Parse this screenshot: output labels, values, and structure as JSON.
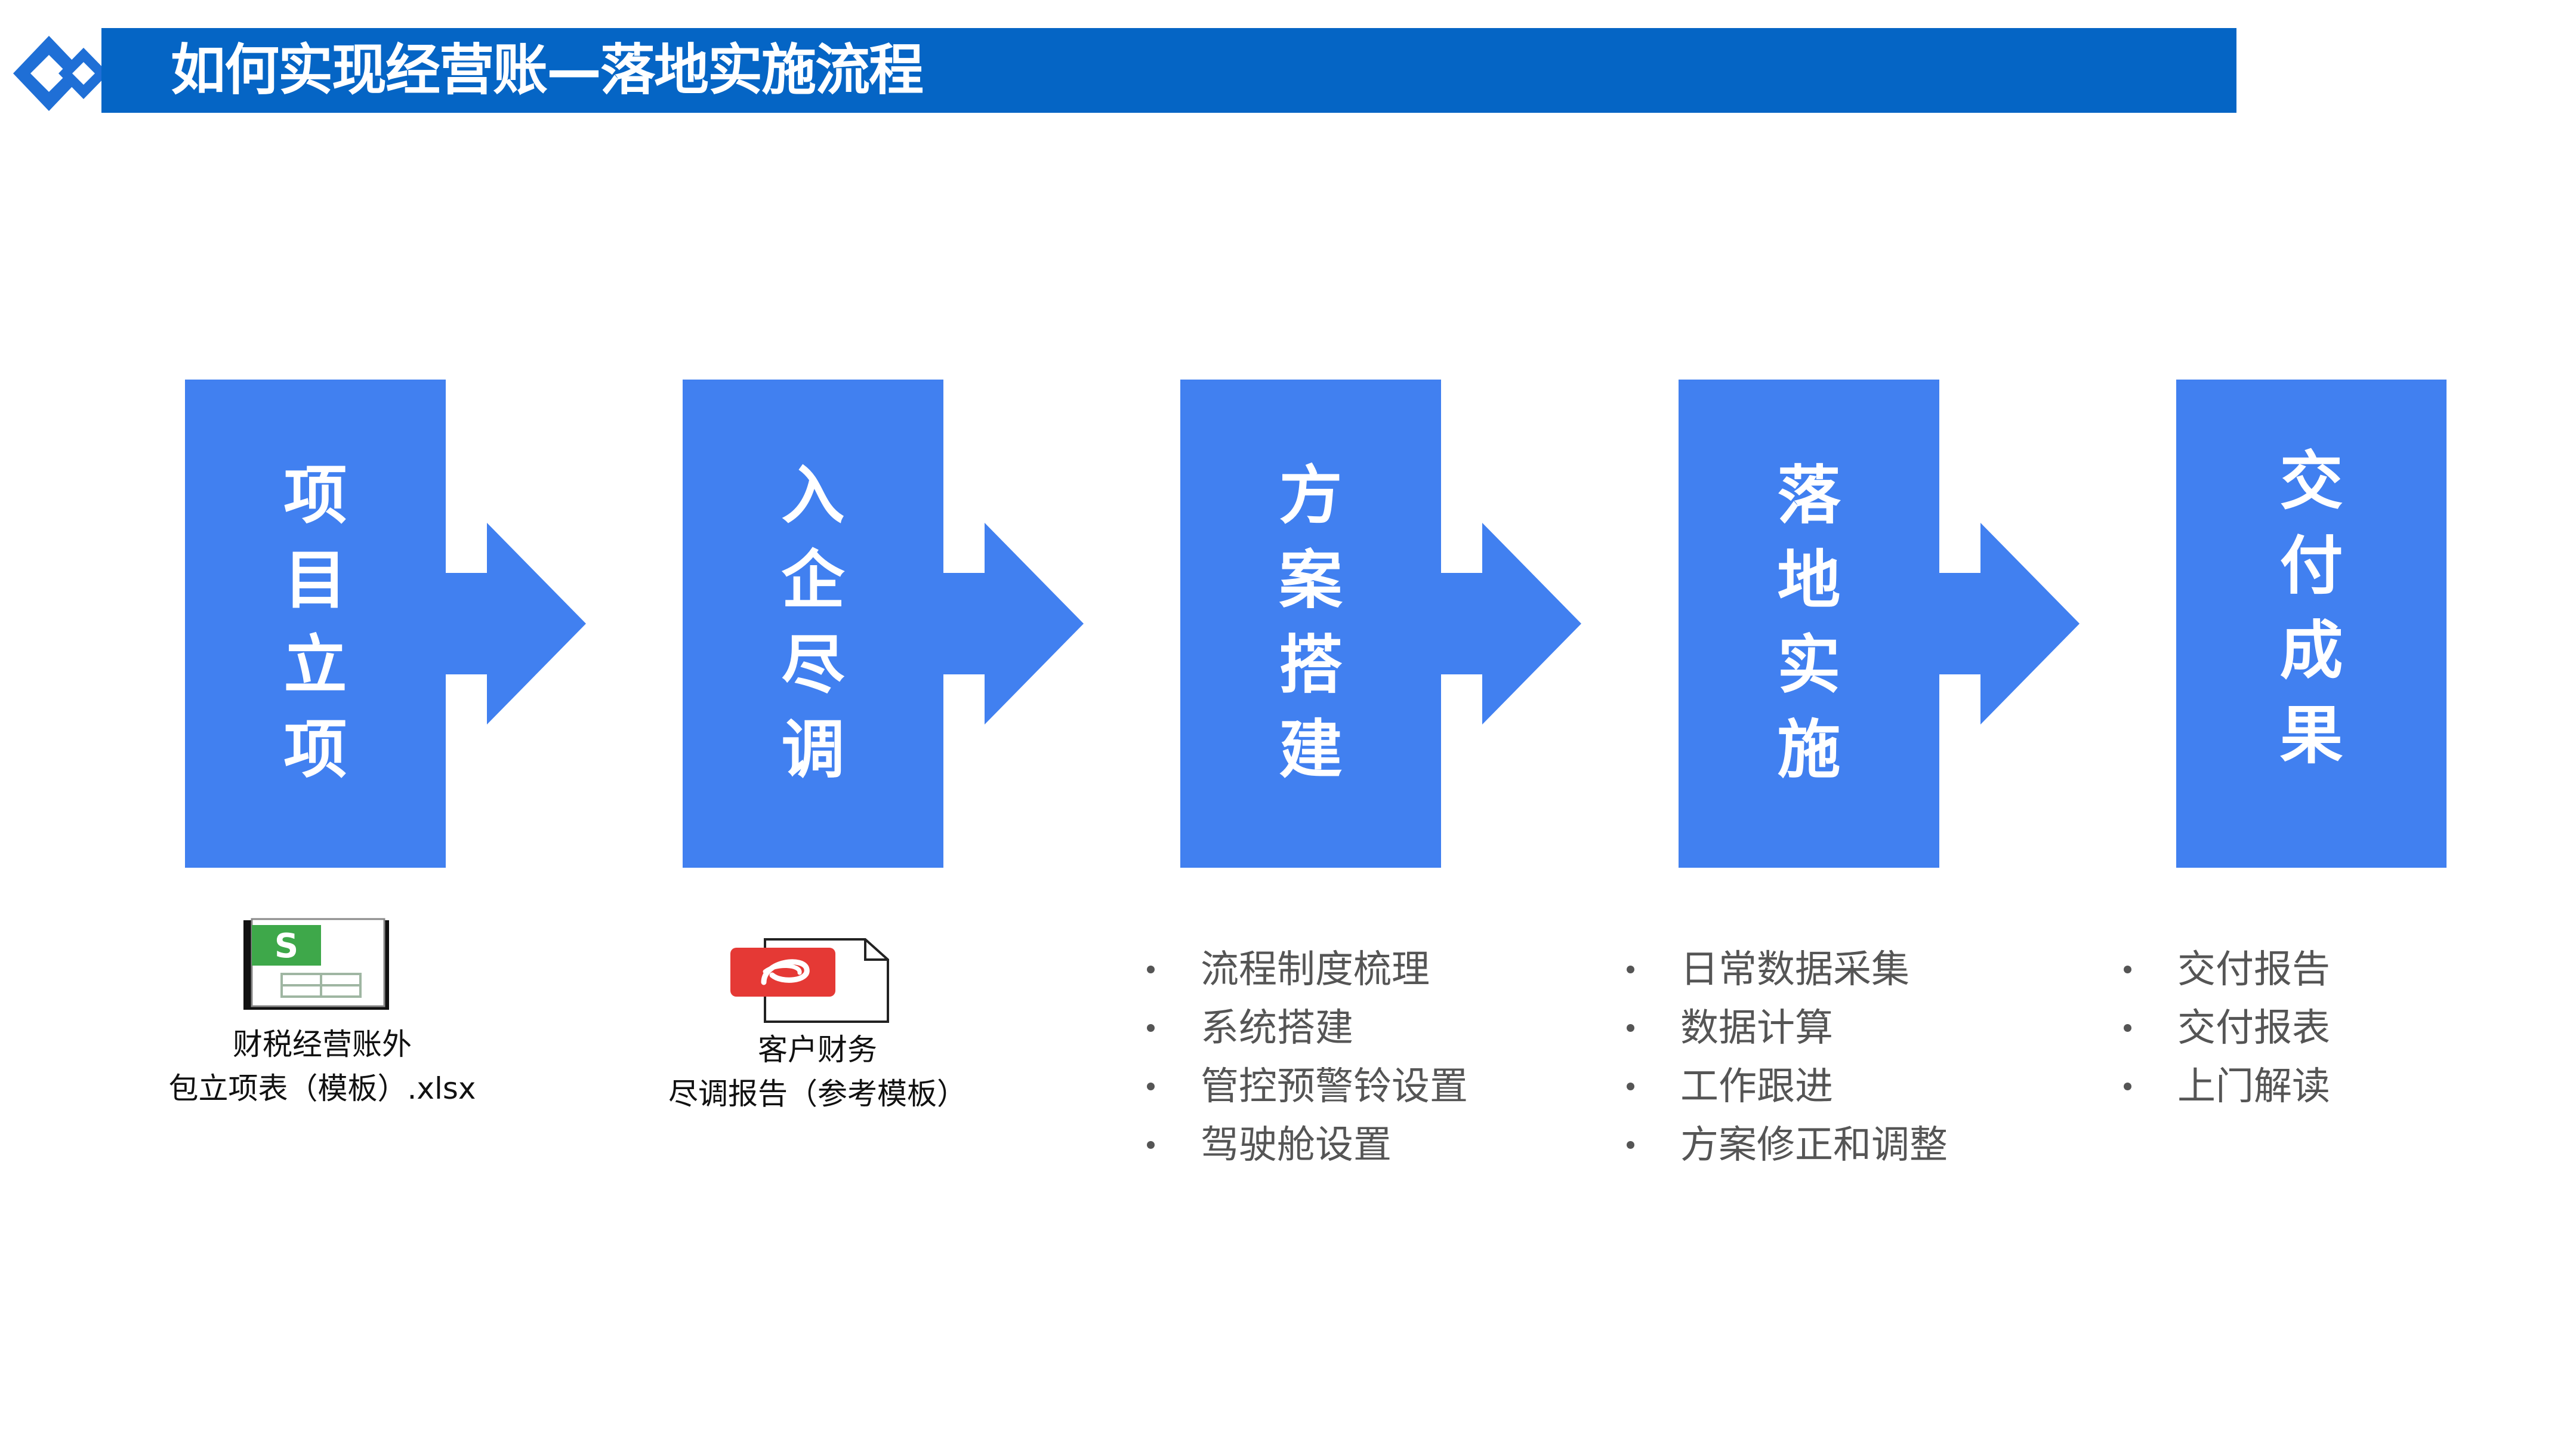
{
  "header": {
    "title": "如何实现经营账—落地实施流程",
    "colors": {
      "bar": "#0565C5",
      "logo": "#1F6FD6",
      "text": "#FFFFFF"
    },
    "logo_icon": "double-diamond-logo-icon"
  },
  "steps": [
    {
      "label": "项目立项",
      "chars": [
        "项",
        "目",
        "立",
        "项"
      ]
    },
    {
      "label": "入企尽调",
      "chars": [
        "入",
        "企",
        "尽",
        "调"
      ]
    },
    {
      "label": "方案搭建",
      "chars": [
        "方",
        "案",
        "搭",
        "建"
      ]
    },
    {
      "label": "落地实施",
      "chars": [
        "落",
        "地",
        "实",
        "施"
      ]
    },
    {
      "label": "交付成果",
      "chars": [
        "交",
        "付",
        "成",
        "果"
      ]
    }
  ],
  "step_color": "#4180F0",
  "arrow_icon": "right-arrow-icon",
  "attachments": [
    {
      "icon": "spreadsheet-file-icon",
      "line1": "财税经营账外",
      "line2": "包立项表（模板）.xlsx"
    },
    {
      "icon": "pdf-file-icon",
      "line1": "客户财务",
      "line2": "尽调报告（参考模板）"
    }
  ],
  "details": {
    "plan": [
      "流程制度梳理",
      "系统搭建",
      "管控预警铃设置",
      "驾驶舱设置"
    ],
    "implement": [
      "日常数据采集",
      "数据计算",
      "工作跟进",
      "方案修正和调整"
    ],
    "deliver": [
      "交付报告",
      "交付报表",
      "上门解读"
    ]
  }
}
